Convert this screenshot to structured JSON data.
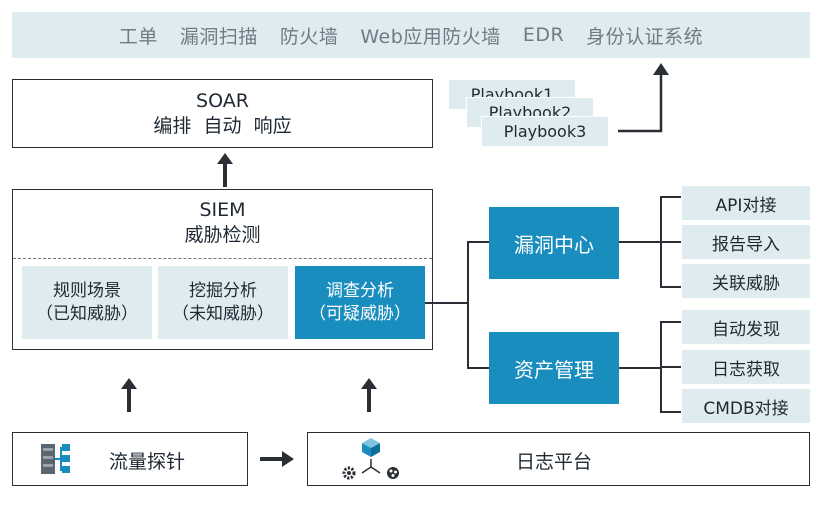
{
  "security_tools": [
    "工单",
    "漏洞扫描",
    "防火墙",
    "Web应用防火墙",
    "EDR",
    "身份认证系统"
  ],
  "soar": {
    "title": "SOAR",
    "subtitle": "编排  自动  响应"
  },
  "playbooks": [
    "Playbook1",
    "Playbook2",
    "Playbook3"
  ],
  "siem": {
    "title": "SIEM",
    "subtitle": "威胁检测",
    "scenarios": [
      {
        "line1": "规则场景",
        "line2": "（已知威胁）"
      },
      {
        "line1": "挖掘分析",
        "line2": "（未知威胁）"
      },
      {
        "line1": "调查分析",
        "line2": "（可疑威胁）"
      }
    ]
  },
  "vuln_center": {
    "title": "漏洞中心",
    "items": [
      "API对接",
      "报告导入",
      "关联威胁"
    ]
  },
  "asset_mgmt": {
    "title": "资产管理",
    "items": [
      "自动发现",
      "日志获取",
      "CMDB对接"
    ]
  },
  "probe": {
    "label": "流量探针",
    "icon": "server-rack-icon"
  },
  "log_platform": {
    "label": "日志平台",
    "icons": [
      "cube-icon",
      "gear-icon",
      "network-icon"
    ]
  },
  "colors": {
    "accent": "#1a8dbf",
    "light": "#deecf0",
    "line": "#2a2f35"
  }
}
